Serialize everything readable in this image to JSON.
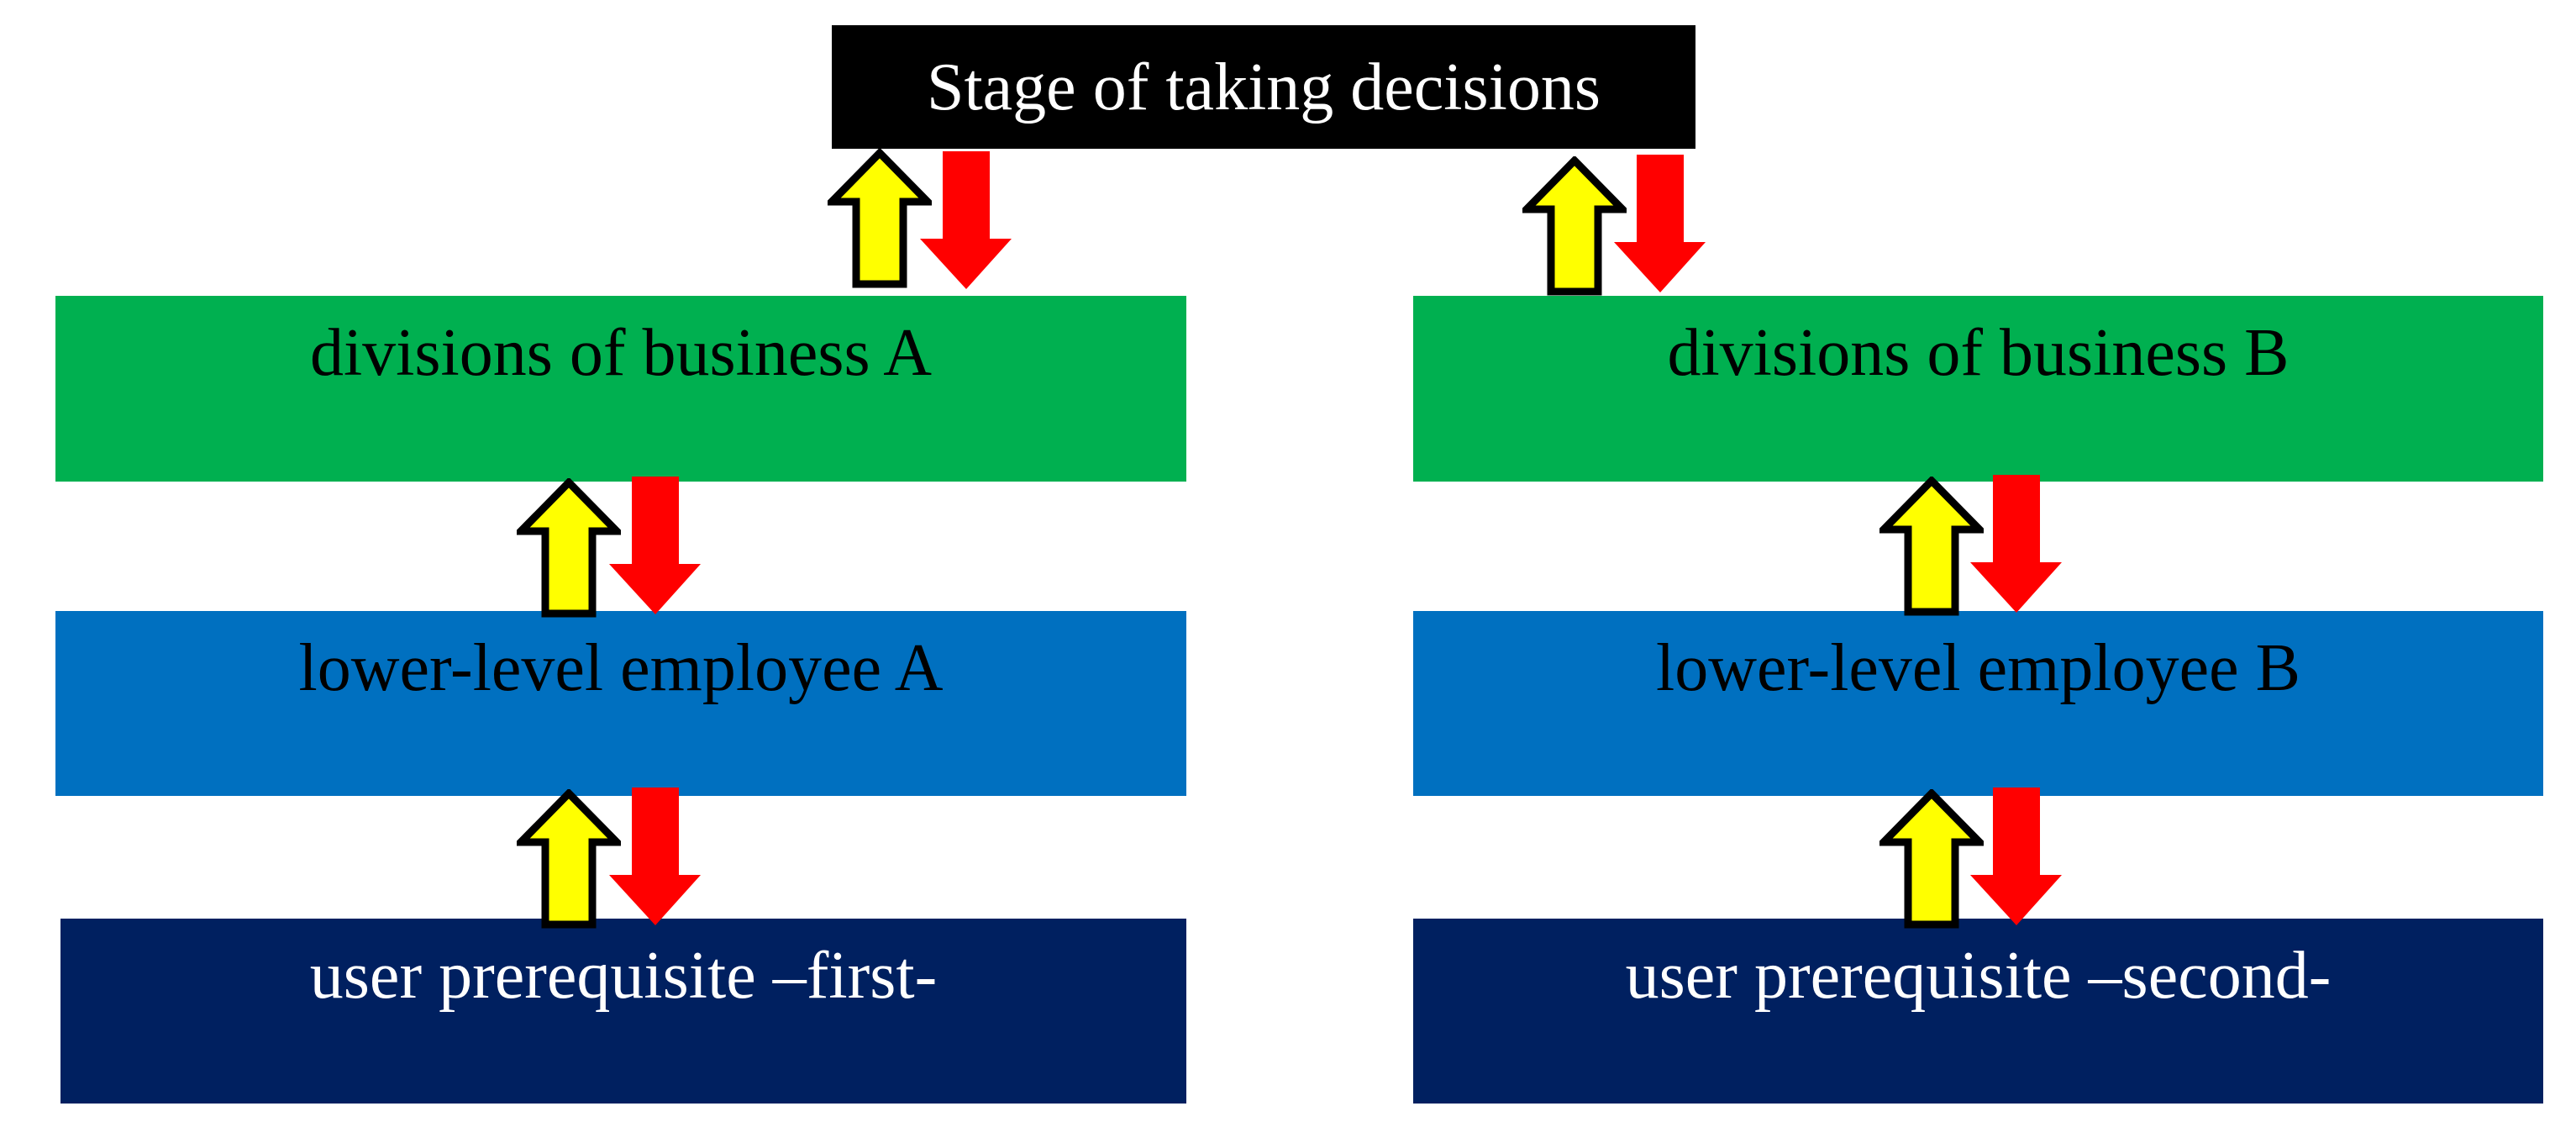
{
  "canvas": {
    "background": "#ffffff"
  },
  "colors": {
    "title_box_fill": "#000000",
    "title_text": "#ffffff",
    "division_fill": "#00b050",
    "employee_fill": "#0070c0",
    "prerequisite_fill": "#002060",
    "dark_text": "#000000",
    "light_text": "#ffffff",
    "up_arrow_fill": "#ffff00",
    "up_arrow_outline": "#000000",
    "down_arrow_fill": "#ff0000"
  },
  "diagram": {
    "title": "Stage of taking decisions",
    "column_a": {
      "division": "divisions of business A",
      "employee": "lower-level employee A",
      "prerequisite": "user prerequisite –first-"
    },
    "column_b": {
      "division": "divisions of business B",
      "employee": "lower-level employee B",
      "prerequisite": "user prerequisite –second-"
    },
    "icons": {
      "up": "up-arrow",
      "down": "down-arrow"
    }
  }
}
